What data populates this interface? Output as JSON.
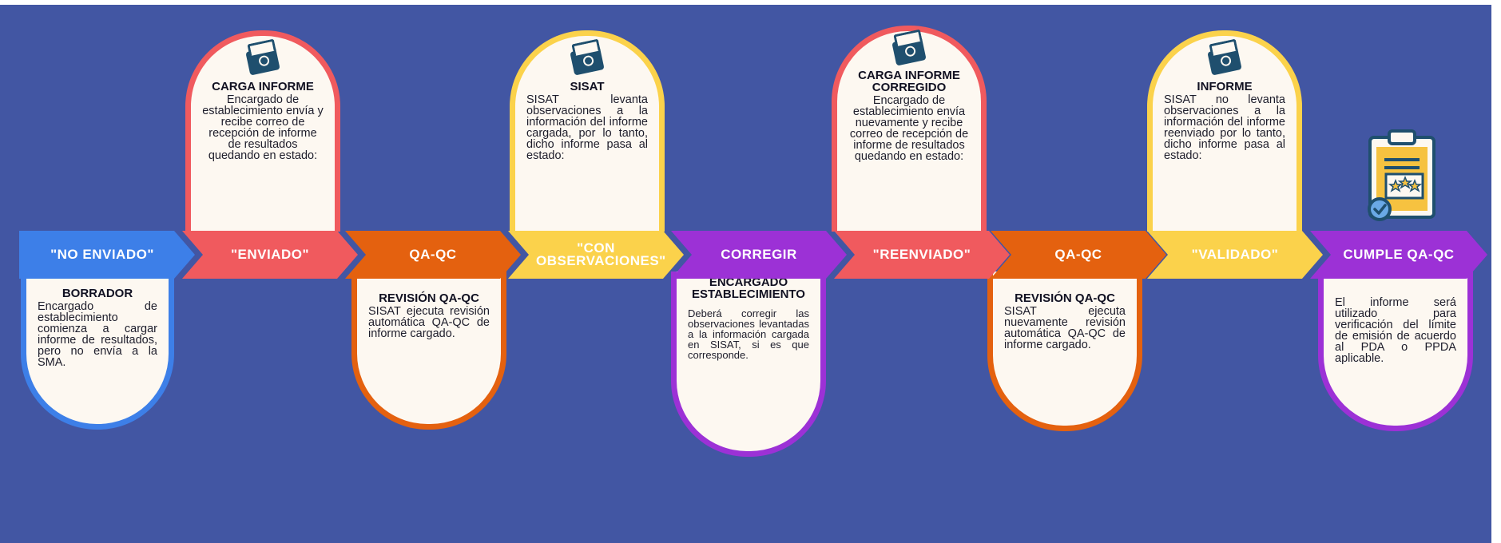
{
  "colors": {
    "background": "#4256a3",
    "blue": "#3d7fe8",
    "red": "#f05a5e",
    "orange": "#e4610f",
    "yellow": "#fbd24b",
    "purple": "#9c31d6",
    "card": "#fdf8f1"
  },
  "stages": [
    {
      "label": "\"NO ENVIADO\""
    },
    {
      "label": "\"ENVIADO\""
    },
    {
      "label": "QA-QC"
    },
    {
      "label": "\"CON OBSERVACIONES\""
    },
    {
      "label": "CORREGIR"
    },
    {
      "label": "\"REENVIADO\""
    },
    {
      "label": "QA-QC"
    },
    {
      "label": "\"VALIDADO\""
    },
    {
      "label": "CUMPLE QA-QC"
    }
  ],
  "cards": {
    "borrador": {
      "title": "BORRADOR",
      "text": "Encargado de establecimiento comienza a cargar informe de resultados, pero no envía a la SMA."
    },
    "carga_informe": {
      "title": "CARGA INFORME",
      "text": "Encargado de establecimiento envía y recibe correo de recepción de informe de resultados quedando en estado:",
      "icon": "document-upload-icon"
    },
    "revision_qaqc_1": {
      "title": "REVISIÓN QA-QC",
      "text": "SISAT ejecuta revisión automática QA-QC de informe cargado."
    },
    "sisat": {
      "title": "SISAT",
      "text": "SISAT levanta observaciones a la información del informe cargada, por lo tanto, dicho informe pasa al estado:",
      "icon": "document-upload-icon"
    },
    "encargado": {
      "title": "ENCARGADO ESTABLECIMIENTO",
      "text": "Deberá corregir las observaciones levantadas a la información cargada en SISAT, si es que corresponde."
    },
    "carga_corregido": {
      "title": "CARGA INFORME CORREGIDO",
      "text": "Encargado de establecimiento envía nuevamente y recibe correo de recepción de informe de resultados quedando en estado:",
      "icon": "document-upload-icon"
    },
    "revision_qaqc_2": {
      "title": "REVISIÓN QA-QC",
      "text": "SISAT ejecuta nuevamente revisión automática QA-QC de informe cargado."
    },
    "informe": {
      "title": "INFORME",
      "text": "SISAT no levanta observaciones a la información del informe reenviado por lo tanto, dicho informe pasa al estado:",
      "icon": "document-upload-icon"
    },
    "cumple": {
      "text": "El informe será utilizado para verificación del límite de emisión de acuerdo al PDA o PPDA aplicable."
    }
  }
}
